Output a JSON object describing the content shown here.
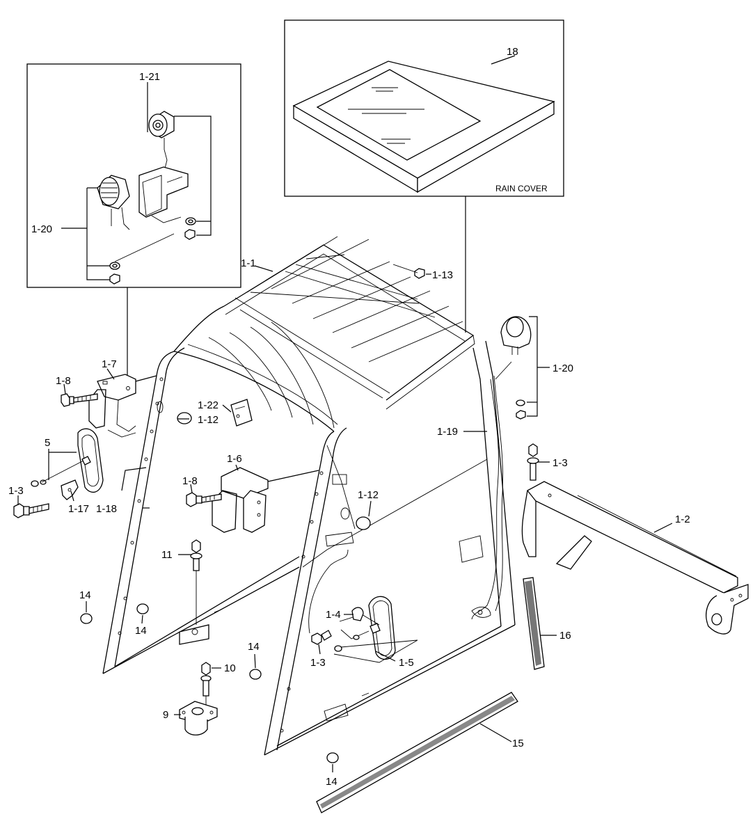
{
  "rain_cover_label": "RAIN COVER",
  "callouts": {
    "c18": "18",
    "c1_21": "1-21",
    "c1_20_inset": "1-20",
    "c1_1": "1-1",
    "c1_13": "1-13",
    "c1_20": "1-20",
    "c1_7": "1-7",
    "c1_8_top": "1-8",
    "c1_22": "1-22",
    "c1_12_left": "1-12",
    "c1_19": "1-19",
    "c5": "5",
    "c1_3_left": "1-3",
    "c1_17": "1-17",
    "c1_18": "1-18",
    "c1_6": "1-6",
    "c1_8_mid": "1-8",
    "c1_12_mid": "1-12",
    "c1_3_right": "1-3",
    "c1_2": "1-2",
    "c11": "11",
    "c14_a": "14",
    "c14_b": "14",
    "c1_4": "1-4",
    "c16": "16",
    "c1_3_bottom": "1-3",
    "c1_5": "1-5",
    "c14_c": "14",
    "c10": "10",
    "c9": "9",
    "c15": "15",
    "c14_d": "14"
  }
}
